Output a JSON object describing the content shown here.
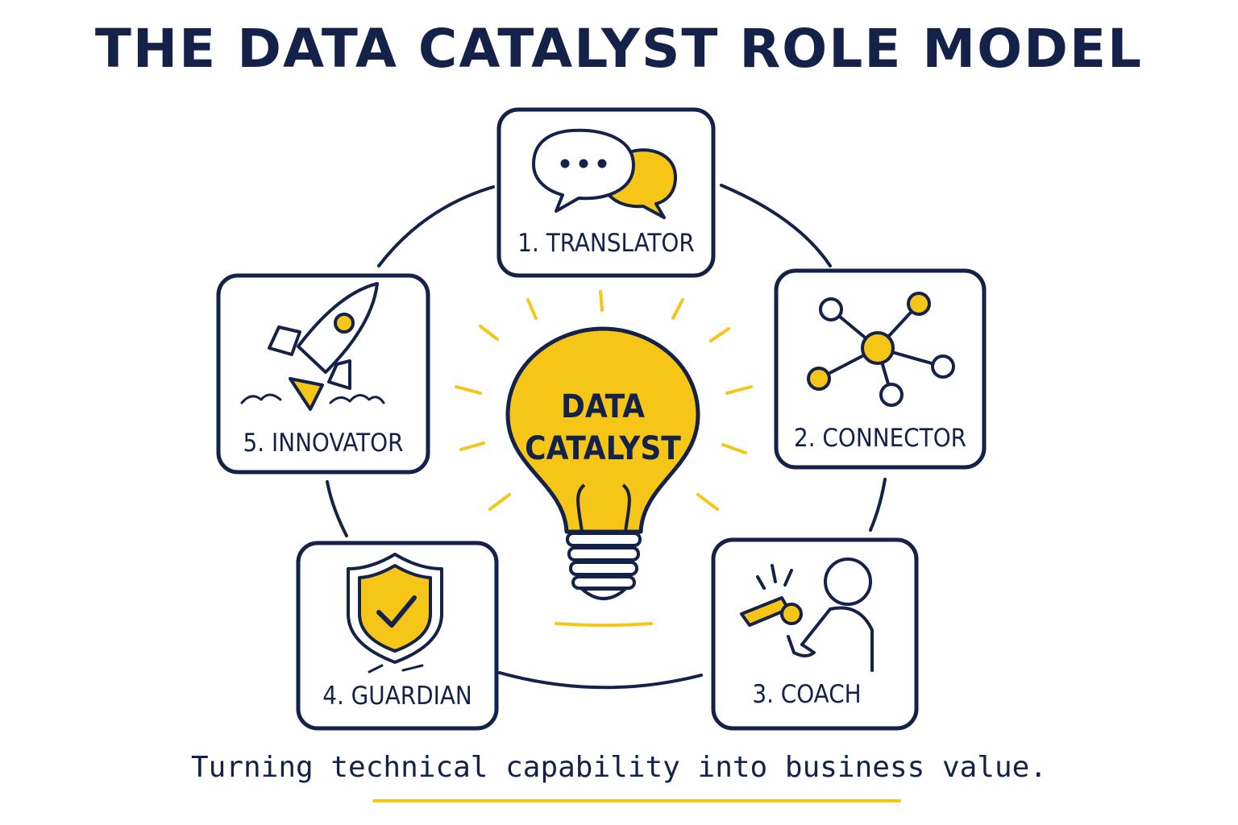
{
  "title": "THE DATA CATALYST ROLE MODEL",
  "center": {
    "line1": "DATA",
    "line2": "CATALYST",
    "icon": "lightbulb-icon"
  },
  "roles": [
    {
      "label": "1. TRANSLATOR",
      "icon": "speech-bubbles-icon"
    },
    {
      "label": "2. CONNECTOR",
      "icon": "network-nodes-icon"
    },
    {
      "label": "3. COACH",
      "icon": "whistle-person-icon"
    },
    {
      "label": "4. GUARDIAN",
      "icon": "shield-check-icon"
    },
    {
      "label": "5. INNOVATOR",
      "icon": "rocket-icon"
    }
  ],
  "tagline": "Turning technical capability into business value.",
  "colors": {
    "ink": "#14224a",
    "accent": "#f5c518",
    "background": "#ffffff"
  }
}
